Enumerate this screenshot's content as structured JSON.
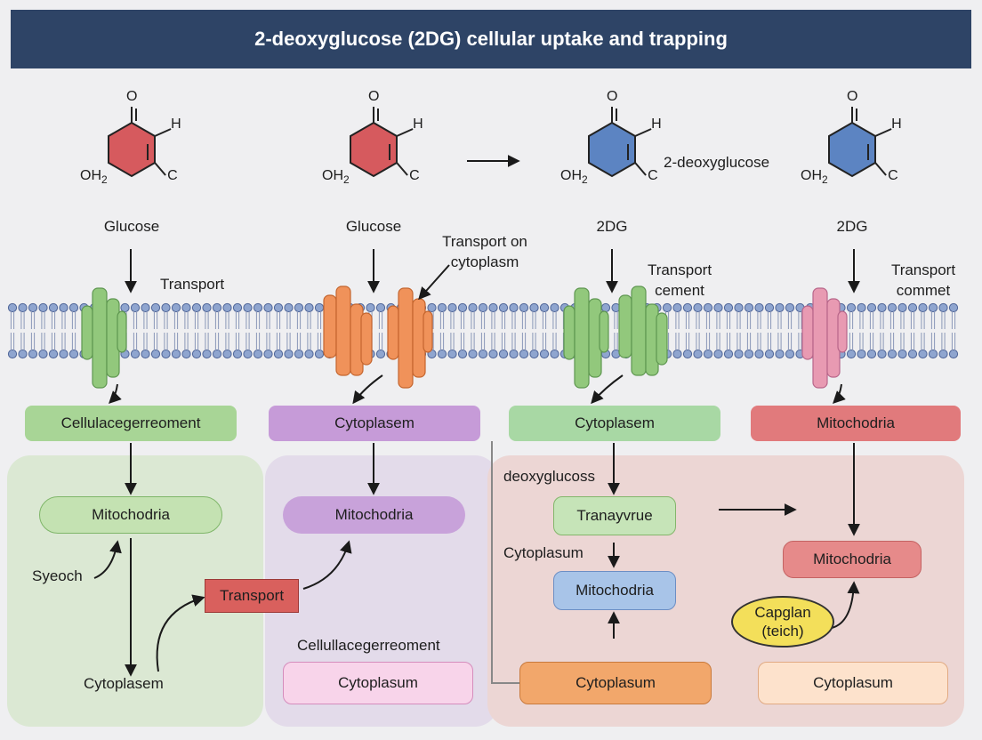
{
  "header": {
    "title": "2-deoxyglucose (2DG) cellular uptake and trapping"
  },
  "molecules": [
    {
      "label": "Glucose",
      "color": "#d65a5e",
      "atoms": {
        "o": "O",
        "h": "H",
        "c": "C",
        "oh": "OH",
        "oh_sub": "2"
      }
    },
    {
      "label": "Glucose",
      "color": "#d65a5e",
      "atoms": {
        "o": "O",
        "h": "H",
        "c": "C",
        "oh": "OH",
        "oh_sub": "2"
      }
    },
    {
      "label": "2DG",
      "color": "#5c84c2",
      "atoms": {
        "o": "O",
        "h": "H",
        "c": "C",
        "oh": "OH",
        "oh_sub": "2"
      },
      "name_tag": "2-deoxyglucose"
    },
    {
      "label": "2DG",
      "color": "#5c84c2",
      "atoms": {
        "o": "O",
        "h": "H",
        "c": "C",
        "oh": "OH",
        "oh_sub": "2"
      }
    }
  ],
  "transporter_notes": {
    "col1": "Transport",
    "col2_line1": "Transport on",
    "col2_line2": "cytoplasm",
    "col3_line1": "Transport",
    "col3_line2": "cement",
    "col4_line1": "Transport",
    "col4_line2": "commet"
  },
  "transporter_colors": {
    "green": "#92c87c",
    "orange": "#f0925a",
    "pink": "#e89ab2"
  },
  "compartments": [
    {
      "label": "Cellulacegerreoment",
      "color": "#a8d596"
    },
    {
      "label": "Cytoplasem",
      "color": "#c69bd8"
    },
    {
      "label": "Cytoplasem",
      "color": "#a8d8a4"
    },
    {
      "label": "Mitochodria",
      "color": "#e17a7c"
    }
  ],
  "panel1": {
    "mito": "Mitochodria",
    "syeoch": "Syeoch",
    "cyto": "Cytoplasem"
  },
  "transport_box": "Transport",
  "panel2": {
    "mito": "Mitochodria",
    "cellula": "Cellullacegerreoment",
    "cyto": "Cytoplasum"
  },
  "panel3": {
    "deoxy": "deoxyglucoss",
    "tran": "Tranayvrue",
    "cyto_label": "Cytoplasum",
    "mito": "Mitochodria",
    "cyto": "Cytoplasum"
  },
  "panel4": {
    "mito": "Mitochodria",
    "cap_line1": "Capglan",
    "cap_line2": "(teich)",
    "cyto": "Cytoplasum"
  }
}
